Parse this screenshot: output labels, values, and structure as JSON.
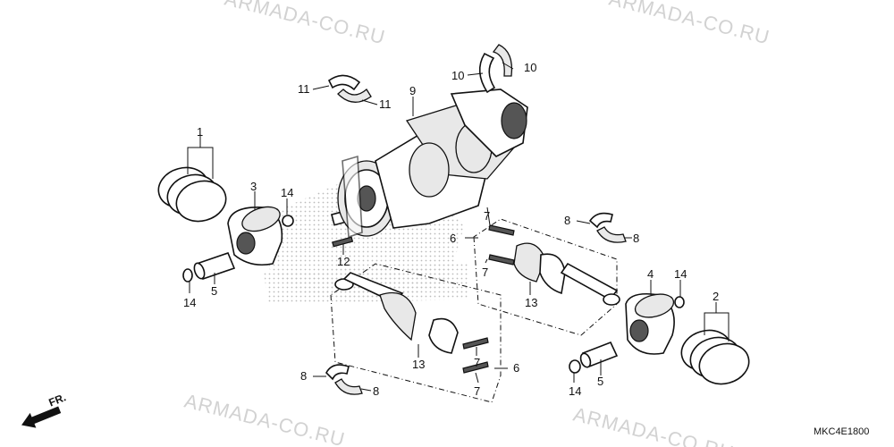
{
  "watermark_text": "ARMADA-CO.RU",
  "diagram_code": "MKC4E1800",
  "front_label": "FR.",
  "callouts": {
    "c1": "1",
    "c2": "2",
    "c3": "3",
    "c4": "4",
    "c5a": "5",
    "c5b": "5",
    "c6a": "6",
    "c6b": "6",
    "c7a": "7",
    "c7b": "7",
    "c7c": "7",
    "c7d": "7",
    "c8a": "8",
    "c8b": "8",
    "c8c": "8",
    "c8d": "8",
    "c9": "9",
    "c10a": "10",
    "c10b": "10",
    "c11a": "11",
    "c11b": "11",
    "c12": "12",
    "c13a": "13",
    "c13b": "13",
    "c14a": "14",
    "c14b": "14",
    "c14c": "14",
    "c14d": "14"
  }
}
